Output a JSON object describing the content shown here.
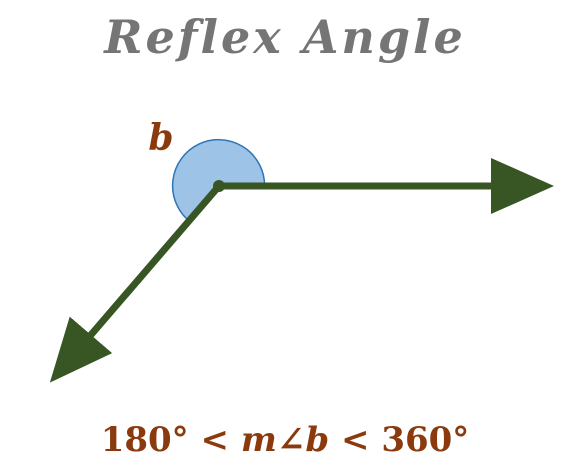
{
  "title": "Reflex Angle",
  "angle_label": "b",
  "formula": {
    "left": "180°",
    "lt1": "<",
    "m": "m",
    "angle_symbol": "∠",
    "b": "b",
    "lt2": "<",
    "right": "360°"
  },
  "colors": {
    "title": "#757575",
    "accent_text": "#8B3A0E",
    "ray": "#375623",
    "arc_fill": "#9DC3E6",
    "arc_stroke": "#2E75B6"
  }
}
